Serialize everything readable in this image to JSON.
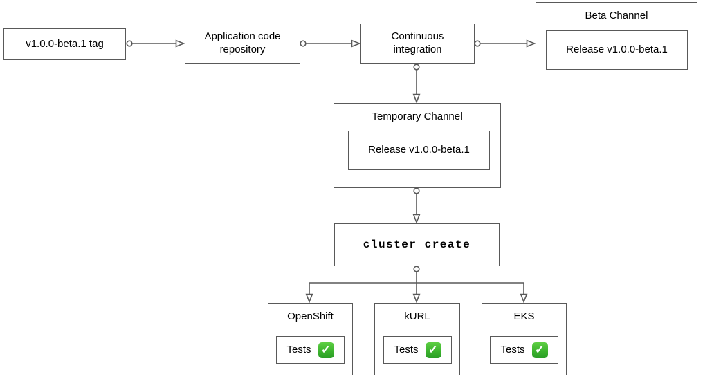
{
  "diagram": {
    "stroke_color": "#595959",
    "text_color": "#000000",
    "check_color": "#3cb32e",
    "nodes": {
      "tag": {
        "label": "v1.0.0-beta.1 tag"
      },
      "app_repo": {
        "label": "Application code repository"
      },
      "ci": {
        "label": "Continuous integration"
      },
      "beta_channel": {
        "title": "Beta Channel",
        "release": "Release v1.0.0-beta.1"
      },
      "temp_channel": {
        "title": "Temporary Channel",
        "release": "Release v1.0.0-beta.1"
      },
      "cluster_create": {
        "label": "cluster create"
      },
      "openshift": {
        "title": "OpenShift",
        "tests_label": "Tests"
      },
      "kurl": {
        "title": "kURL",
        "tests_label": "Tests"
      },
      "eks": {
        "title": "EKS",
        "tests_label": "Tests"
      }
    },
    "icons": {
      "check_glyph": "✓",
      "check_icon_name": "tests-passed-check-icon"
    }
  }
}
